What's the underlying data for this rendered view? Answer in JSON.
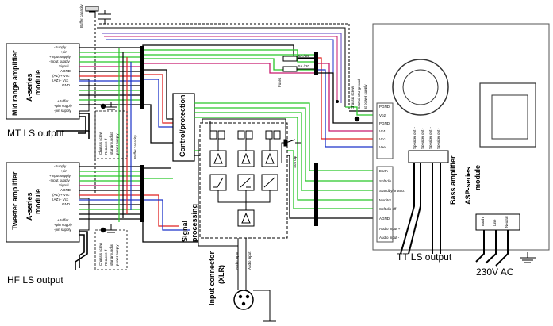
{
  "outputs": {
    "mt": "MT LS output",
    "hf": "HF LS output",
    "tt": "TT LS output",
    "ac": "230V AC"
  },
  "modules": {
    "mid_amp": "Mid range amplifier",
    "tweeter_amp": "Tweeter amplifier",
    "a_series": "A-series",
    "module": "module",
    "bass_amp": "Bass amplifier",
    "asp_series": "ASP-series",
    "asp_module": "module"
  },
  "blocks": {
    "control": "Control/protection",
    "signal": "Signal",
    "processing": "processing",
    "input_connector": "Input connector",
    "xlr": "(XLR)"
  },
  "amp_pins": [
    "-Supply",
    "+pin",
    "+Input supply",
    "-Input supply",
    "Signal",
    "AGND",
    "(AZ) + Vcc",
    "(AZ) - Vcc",
    "GND",
    "+Buffer",
    "+pin supply",
    "-pin supply"
  ],
  "asp_pins_right": [
    "PGND",
    "Vp2",
    "PGND",
    "Vp1",
    "Vcc",
    "Vee"
  ],
  "asp_pins_lower": [
    "Earth",
    "Soft dip",
    "Standby/protect",
    "Monitor",
    "Soft dip off",
    "AGND",
    "Audio input +",
    "Audio input -"
  ],
  "speaker_pins": [
    "Speaker out +",
    "Speaker out -",
    "Speaker out +",
    "Speaker out -"
  ],
  "mains_pins": [
    "Earth",
    "Line",
    "Neutral"
  ],
  "small_labels": {
    "buffer_cap_top": "Buffer capacity",
    "buffer_cap_mid": "Buffer capacity",
    "fuses": "Fuses",
    "fuse1": "5A / 20",
    "fuse2": "5A / 20",
    "chassis_upper": "Chassis screw",
    "chassis_upper2": "Central star ground",
    "chassis_upper3": "at power supply",
    "chassis_a": "Chassis screw",
    "chassis_b": "Remove if",
    "chassis_c": "star ground at",
    "chassis_d": "power supply",
    "audio_input": "Audio input",
    "audio_input2": "Audio input",
    "soft_dip": "Soft dip"
  }
}
